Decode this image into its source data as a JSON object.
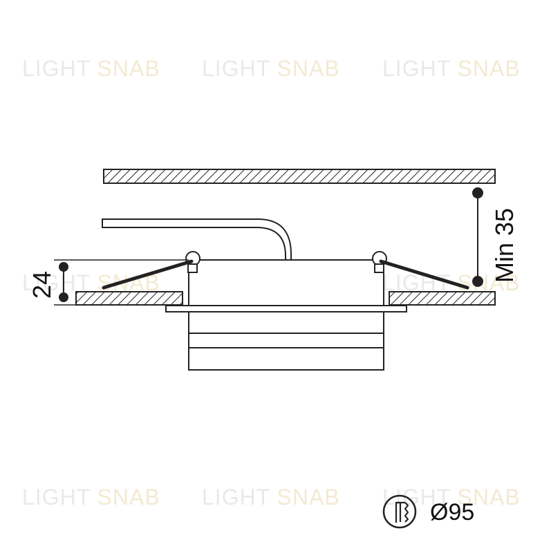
{
  "watermark": {
    "part1": "LIGHT",
    "part2": "SNAB"
  },
  "dimensions": {
    "height": "24",
    "clearance": "Min 35",
    "diameter": "Ø95"
  },
  "icons": [
    "cutout-diameter-icon"
  ],
  "colors": {
    "line": "#222222",
    "watermark_text": "#e9e9e9",
    "watermark_accent": "#f3ead2"
  }
}
